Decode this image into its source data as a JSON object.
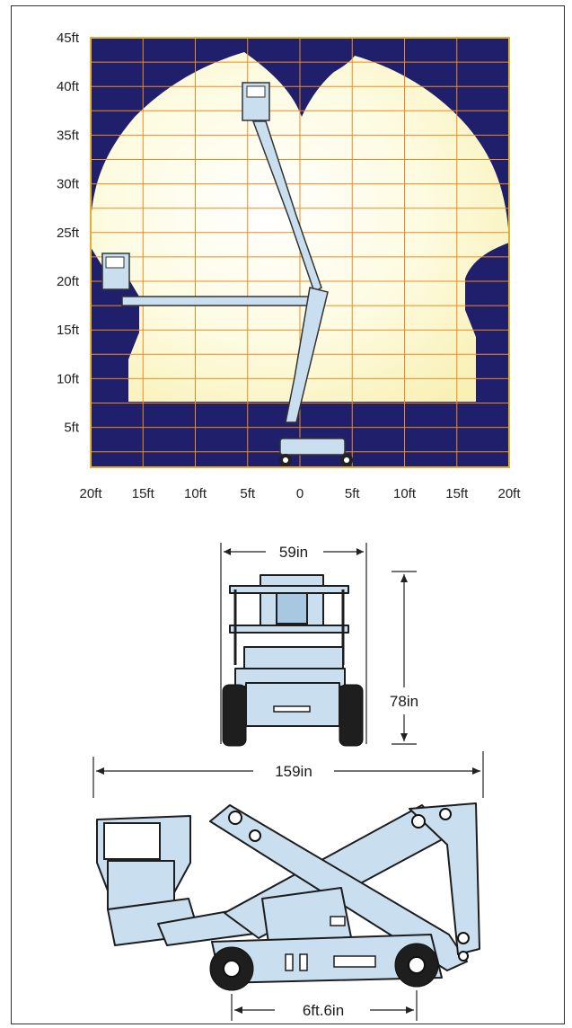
{
  "reach_chart": {
    "y_ticks": [
      "45ft",
      "40ft",
      "35ft",
      "30ft",
      "25ft",
      "20ft",
      "15ft",
      "10ft",
      "5ft"
    ],
    "x_ticks": [
      "20ft",
      "15ft",
      "10ft",
      "5ft",
      "0",
      "5ft",
      "10ft",
      "15ft",
      "20ft"
    ],
    "colors": {
      "background": "#1f1f6b",
      "envelope": "#fdf9cf",
      "grid": "#f08a1e",
      "frame": "#e0b030"
    }
  },
  "front_view": {
    "width_label": "59in",
    "height_label": "78in"
  },
  "side_view": {
    "length_label": "159in",
    "wheelbase_label": "6ft.6in"
  }
}
